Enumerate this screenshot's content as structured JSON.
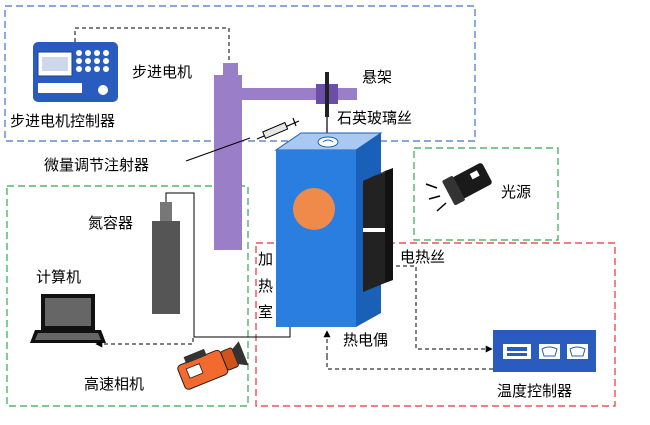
{
  "labels": {
    "stepper_controller": "步进电机控制器",
    "stepper_motor": "步进电机",
    "suspension_frame": "悬架",
    "quartz_fiber": "石英玻璃丝",
    "syringe": "微量调节注射器",
    "nitrogen_container": "氮容器",
    "light_source": "光源",
    "computer": "计算机",
    "heating_chamber": [
      "加",
      "热",
      "室"
    ],
    "heating_wire": "电热丝",
    "thermocouple": "热电偶",
    "high_speed_camera": "高速相机",
    "temperature_controller": "温度控制器"
  },
  "colors": {
    "blue_frame": "#4472c4",
    "green_frame": "#33a852",
    "red_frame": "#e8313a",
    "controller_blue": "#2a5cc0",
    "purple_rod": "#9b7ec8",
    "chamber_blue": "#2a7ee0",
    "orange_window": "#f08a4b",
    "nitrogen_gray": "#555555",
    "camera_orange": "#f26a2e"
  },
  "icons": [
    "keypad-controller-icon",
    "syringe-icon",
    "flashlight-icon",
    "laptop-icon",
    "video-camera-icon",
    "gauge-panel-icon",
    "sensor-dial-icon"
  ]
}
